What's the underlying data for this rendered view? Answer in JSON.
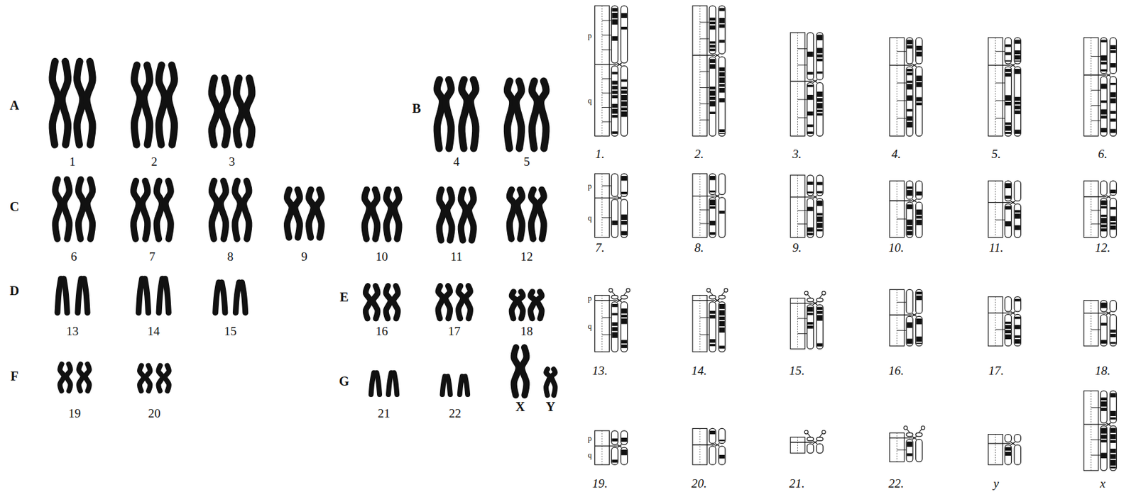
{
  "diagram": {
    "labels": [
      "A",
      "1",
      "2",
      "3",
      "B",
      "4",
      "5",
      "C",
      "6",
      "7",
      "8",
      "9",
      "10",
      "11",
      "12",
      "D",
      "13",
      "14",
      "15",
      "E",
      "16",
      "17",
      "18",
      "F",
      "19",
      "20",
      "G",
      "21",
      "22",
      "X",
      "Y",
      "1.",
      "2.",
      "3.",
      "4.",
      "5.",
      "6.",
      "7.",
      "8.",
      "9.",
      "10.",
      "11.",
      "12.",
      "13.",
      "14.",
      "15.",
      "16.",
      "17.",
      "18.",
      "19.",
      "20.",
      "21.",
      "22.",
      "y",
      "x",
      "p",
      "q",
      "p",
      "q",
      "p",
      "q",
      "p",
      "q"
    ]
  }
}
